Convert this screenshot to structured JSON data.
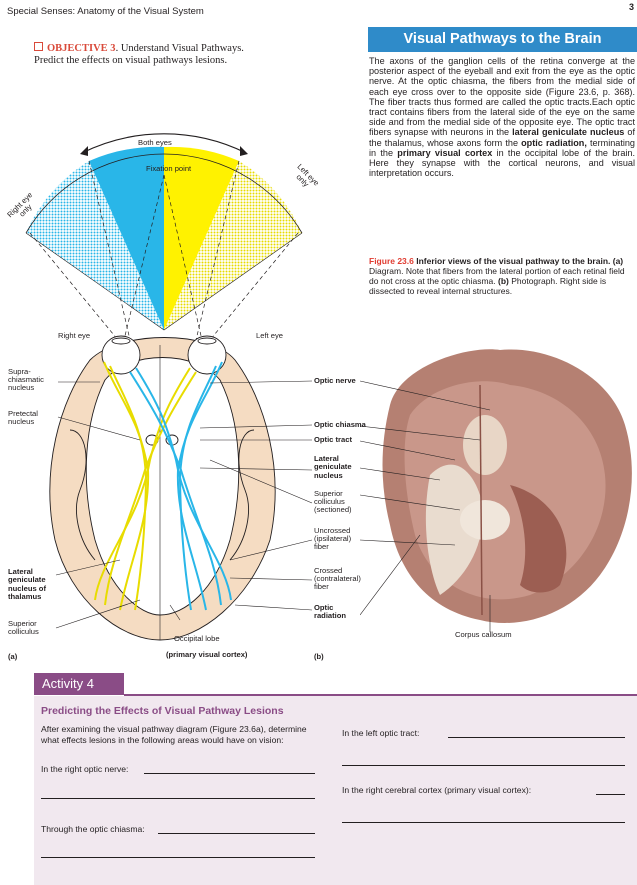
{
  "header": {
    "running_head": "Special Senses: Anatomy of the Visual System",
    "page_number": "3"
  },
  "objective": {
    "label": "OBJECTIVE 3",
    "text": ". Understand Visual Pathways. Predict the effects on visual pathways lesions."
  },
  "info_box": {
    "title": "Visual Pathways to the Brain",
    "p1": "The axons of the ganglion cells of the retina converge at the posterior aspect of the eyeball and exit from the eye as the optic nerve. At the optic chiasma, the fibers from the medial side of each eye cross over to the opposite side (Figure 23.6, p. 368). The fiber tracts thus formed are called the optic tracts.Each optic tract contains fibers from the lateral side of the eye on the same side and from the medial side of the opposite eye. The optic tract fibers synapse with neurons in the ",
    "b1": "lateral geniculate nucleus",
    "p2": " of the thalamus, whose axons form the ",
    "b2": "optic radiation,",
    "p3": " terminating in the ",
    "b3": "primary visual cortex",
    "p4": " in the occipital lobe of the brain. Here they synapse with the cortical neurons, and visual interpretation occurs."
  },
  "caption": {
    "fig_num": "Figure 23.6",
    "bold": " Inferior views of the visual pathway to the brain.",
    "a_tag": " (a)",
    "a_text": " Diagram. Note that fibers from the lateral portion of each retinal field do not cross at the optic chiasma.",
    "b_tag": " (b)",
    "b_text": " Photograph. Right side is dissected to reveal internal structures."
  },
  "diagram": {
    "both_eyes": "Both eyes",
    "fixation_point": "Fixation point",
    "right_eye_only": "Right eye only",
    "left_eye_only": "Left eye only",
    "right_eye": "Right eye",
    "left_eye": "Left eye",
    "suprachiasmatic": "Supra-\nchiasmatic\nnucleus",
    "pretectal": "Pretectal\nnucleus",
    "lateral_geniculate_thal": "Lateral\ngeniculate\nnucleus of\nthalamus",
    "superior_colliculus": "Superior\ncolliculus",
    "occipital_lobe": "Occipital  lobe",
    "primary_visual_cortex": "(primary  visual  cortex)",
    "panel_a": "(a)",
    "optic_nerve": "Optic nerve",
    "optic_chiasma": "Optic chiasma",
    "optic_tract": "Optic tract",
    "lateral_geniculate": "Lateral\ngeniculate\nnucleus",
    "superior_colliculus_sectioned": "Superior\ncolliculus\n(sectioned)",
    "uncrossed": "Uncrossed\n(ipsilateral)\nfiber",
    "crossed": "Crossed\n(contralateral)\nfiber",
    "optic_radiation": "Optic\nradiation",
    "corpus_callosum": "Corpus callosum",
    "panel_b": "(b)"
  },
  "activity": {
    "tab": "Activity  4",
    "title": "Predicting the Effects of Visual Pathway Lesions",
    "intro": "After examining the visual pathway diagram (Figure 23.6a), determine what effects lesions in the following areas would have on vision:",
    "q1": "In the right optic nerve:",
    "q2": "Through the optic chiasma:",
    "q3": "In the left optic tract:",
    "q4": "In the right cerebral cortex (primary visual cortex):"
  },
  "colors": {
    "blue_field": "#29b6e8",
    "yellow_field": "#fff200",
    "box_blue": "#2f8bc9",
    "activity_purple": "#8a4c86",
    "fig_red": "#e03c31"
  }
}
